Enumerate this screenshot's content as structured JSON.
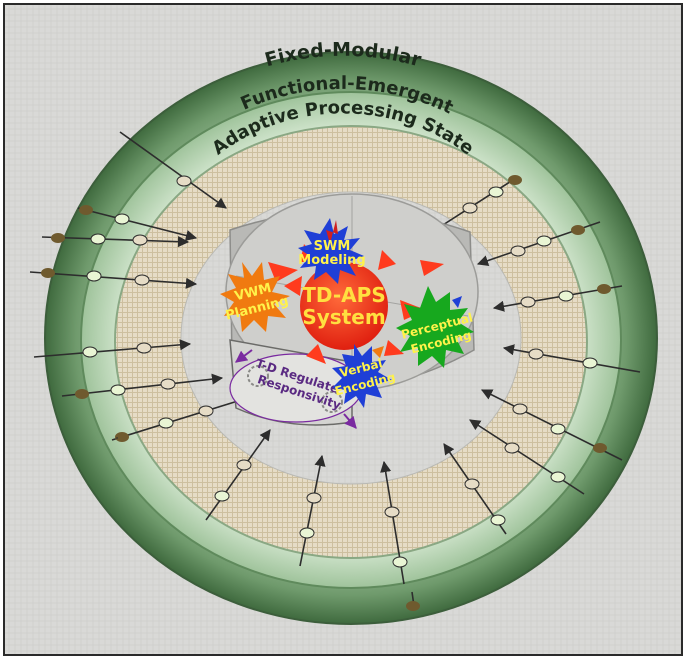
{
  "rings": {
    "outer": "Fixed-Modular",
    "middle": "Functional-Emergent",
    "inner": "Adaptive Processing State"
  },
  "center": {
    "line1": "TD-APS",
    "line2": "System"
  },
  "nodes": {
    "swm": {
      "line1": "SWM",
      "line2": "Modeling",
      "color": "#1f3fd6"
    },
    "vwm": {
      "line1": "VWM",
      "line2": "Planning",
      "color": "#f07a10"
    },
    "perceptual": {
      "line1": "Perceptual",
      "line2": "Encoding",
      "color": "#17a81e"
    },
    "verbal": {
      "line1": "Verbal",
      "line2": "Encoding",
      "color": "#1f3fd6"
    }
  },
  "regulator": {
    "line1": "T-D Regulate",
    "line2": "Responsivity"
  },
  "colors": {
    "outer_ring": "#7fa57d",
    "middle_ring": "#cfe6cc",
    "inner_ring": "#d8cbb0",
    "center_orb": "#ff3b1e",
    "arrow": "#2d2d2d",
    "node_dark": "#6f5a2e",
    "node_light": "#e9f5d4"
  }
}
